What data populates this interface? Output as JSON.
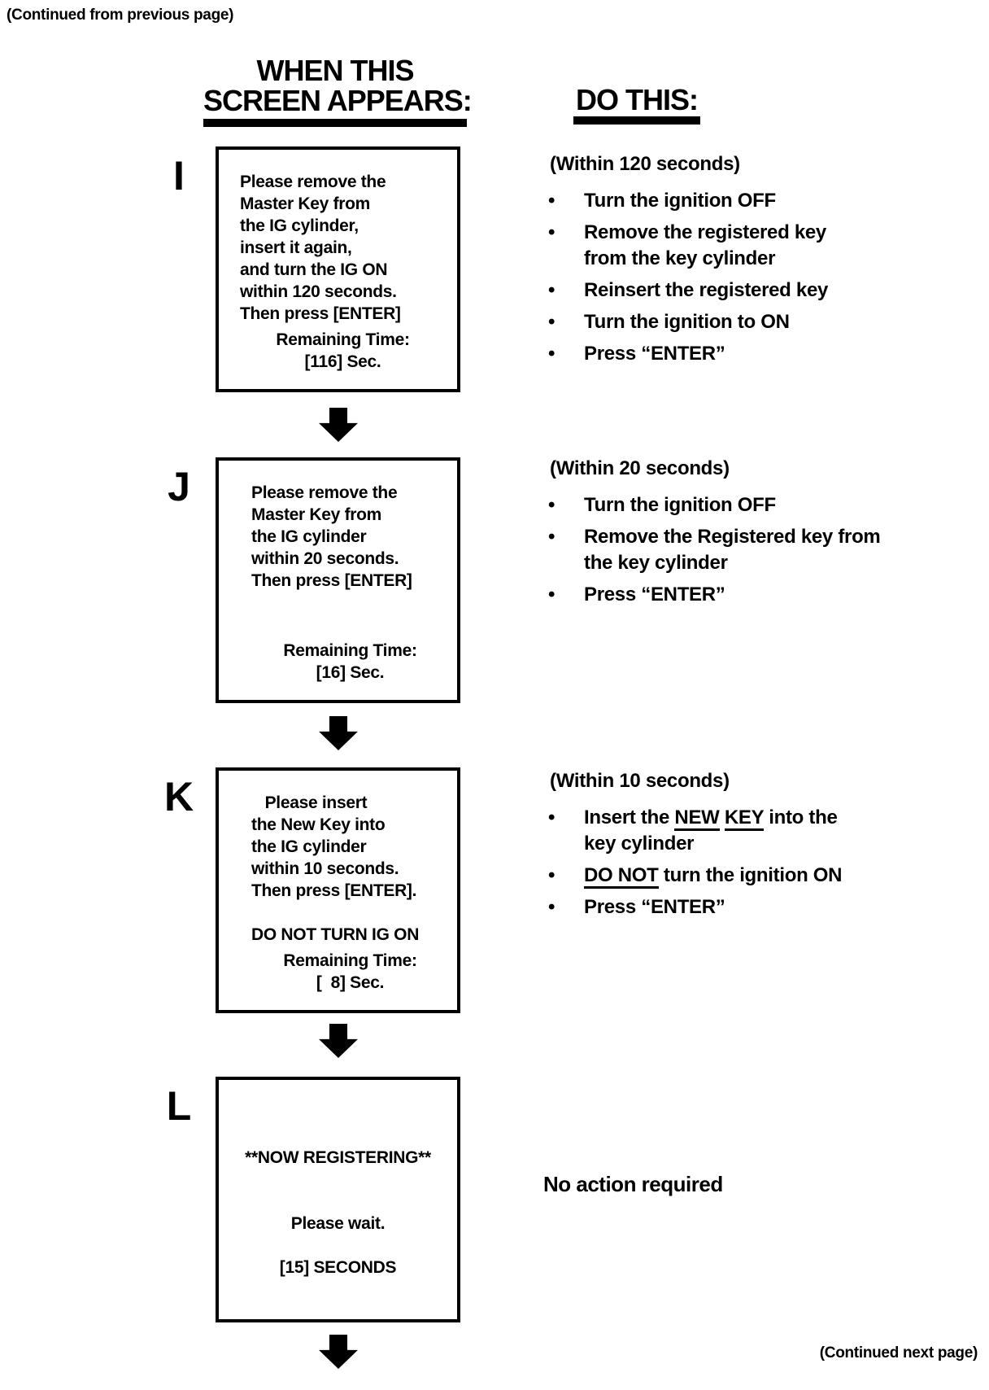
{
  "page": {
    "continued_from": "(Continued from previous page)",
    "continued_next": "(Continued next page)",
    "screen_column_header_line1": "WHEN THIS",
    "screen_column_header_line2": "SCREEN APPEARS:",
    "do_column_header": "DO THIS:",
    "colors": {
      "ink": "#000000",
      "paper": "#ffffff"
    }
  },
  "rows": [
    {
      "label": "I",
      "screen_lines": [
        "Please remove the",
        "Master Key from",
        "the IG cylinder,",
        "insert it again,",
        "and turn the IG ON",
        "within 120 seconds.",
        "Then press [ENTER]"
      ],
      "screen_footer": [
        "Remaining Time:",
        "[116] Sec."
      ],
      "do": {
        "intro": "(Within 120 seconds)",
        "bullets": [
          {
            "lines": [
              [
                {
                  "text": "Turn the ignition OFF"
                }
              ]
            ]
          },
          {
            "lines": [
              [
                {
                  "text": "Remove the registered key"
                }
              ],
              [
                {
                  "text": "from the key cylinder"
                }
              ]
            ]
          },
          {
            "lines": [
              [
                {
                  "text": "Reinsert the registered key"
                }
              ]
            ]
          },
          {
            "lines": [
              [
                {
                  "text": "Turn the ignition to ON"
                }
              ]
            ]
          },
          {
            "lines": [
              [
                {
                  "text": "Press “ENTER”"
                }
              ]
            ]
          }
        ]
      }
    },
    {
      "label": "J",
      "screen_lines": [
        "Please remove the",
        "Master Key from",
        "the IG cylinder",
        "within 20 seconds.",
        "Then press [ENTER]"
      ],
      "screen_footer": [
        "Remaining Time:",
        "[16] Sec."
      ],
      "do": {
        "intro": "(Within 20 seconds)",
        "bullets": [
          {
            "lines": [
              [
                {
                  "text": "Turn the ignition OFF"
                }
              ]
            ]
          },
          {
            "lines": [
              [
                {
                  "text": "Remove the Registered key from"
                }
              ],
              [
                {
                  "text": "the key cylinder"
                }
              ]
            ]
          },
          {
            "lines": [
              [
                {
                  "text": "Press “ENTER”"
                }
              ]
            ]
          }
        ]
      }
    },
    {
      "label": "K",
      "screen_lines": [
        "   Please insert",
        "the New Key into",
        "the IG cylinder",
        "within 10 seconds.",
        "Then press [ENTER].",
        "",
        "DO NOT TURN IG ON"
      ],
      "screen_footer": [
        "Remaining Time:",
        "[  8] Sec."
      ],
      "do": {
        "intro": "(Within 10 seconds)",
        "bullets": [
          {
            "lines": [
              [
                {
                  "text": "Insert the "
                },
                {
                  "text": "NEW",
                  "underline": true
                },
                {
                  "text": " "
                },
                {
                  "text": "KEY",
                  "underline": true
                },
                {
                  "text": " into the"
                }
              ],
              [
                {
                  "text": "key cylinder"
                }
              ]
            ]
          },
          {
            "lines": [
              [
                {
                  "text": "DO NOT",
                  "underline": true
                },
                {
                  "text": " turn the ignition ON"
                }
              ]
            ]
          },
          {
            "lines": [
              [
                {
                  "text": "Press “ENTER”"
                }
              ]
            ]
          }
        ]
      }
    },
    {
      "label": "L",
      "screen_lines": [
        "**NOW REGISTERING**",
        "",
        "",
        "Please wait.",
        "",
        "[15] SECONDS"
      ],
      "screen_footer": [],
      "do": {
        "note": "No action required"
      }
    }
  ]
}
